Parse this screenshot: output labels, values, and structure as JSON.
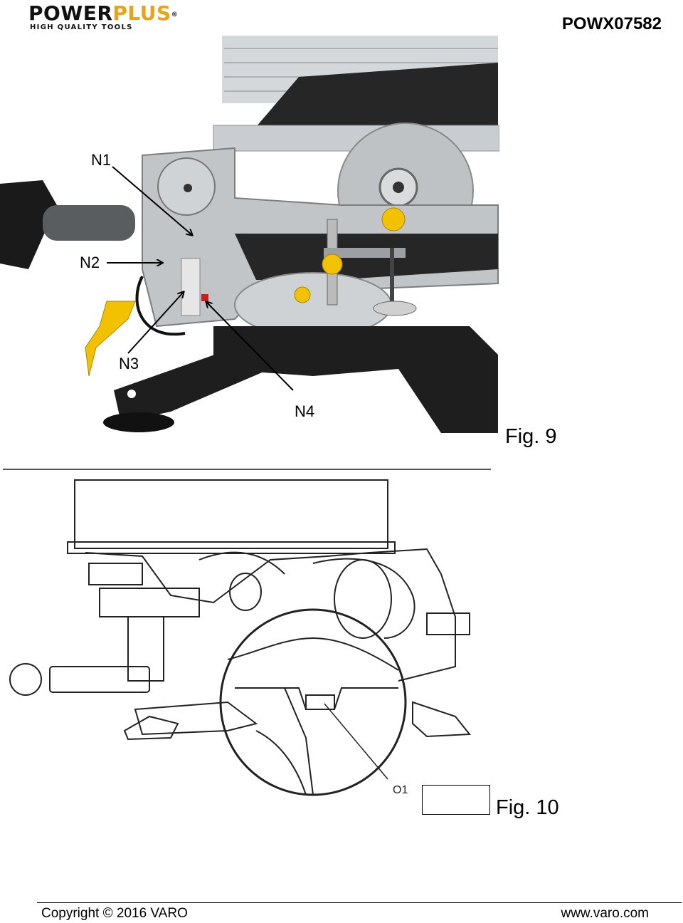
{
  "header": {
    "brand_part1": "POWER",
    "brand_part2": "PLUS",
    "brand_reg": "®",
    "tagline": "HIGH QUALITY TOOLS",
    "model": "POWX07582"
  },
  "figure9": {
    "caption": "Fig. 9",
    "callouts": {
      "n1": "N1",
      "n2": "N2",
      "n3": "N3",
      "n4": "N4"
    }
  },
  "figure10": {
    "caption": "Fig. 10",
    "callout": "O1"
  },
  "footer": {
    "copyright": "Copyright © 2016 VARO",
    "website": "www.varo.com"
  },
  "colors": {
    "brand_accent": "#e8a316",
    "knob_yellow": "#f2c200",
    "saw_grey": "#b8bbbe",
    "base_black": "#1e1e1e"
  }
}
